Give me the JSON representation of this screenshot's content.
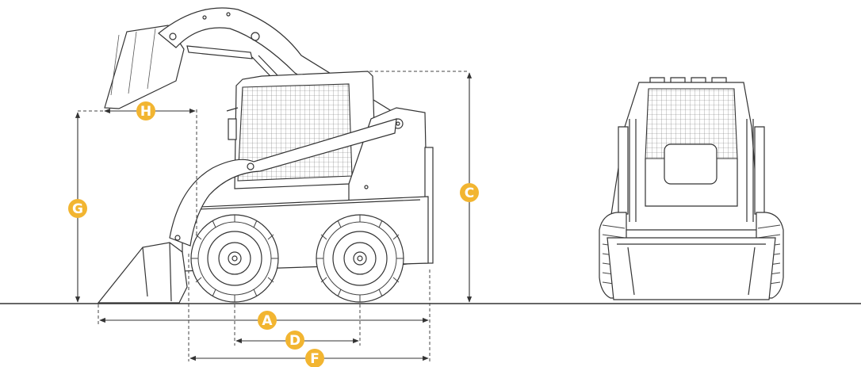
{
  "colors": {
    "label_fill": "#f2b531",
    "label_text": "#ffffff",
    "line": "#333333",
    "background": "#ffffff"
  },
  "dimension_labels": {
    "A": "A",
    "C": "C",
    "D": "D",
    "F": "F",
    "G": "G",
    "H": "H"
  }
}
